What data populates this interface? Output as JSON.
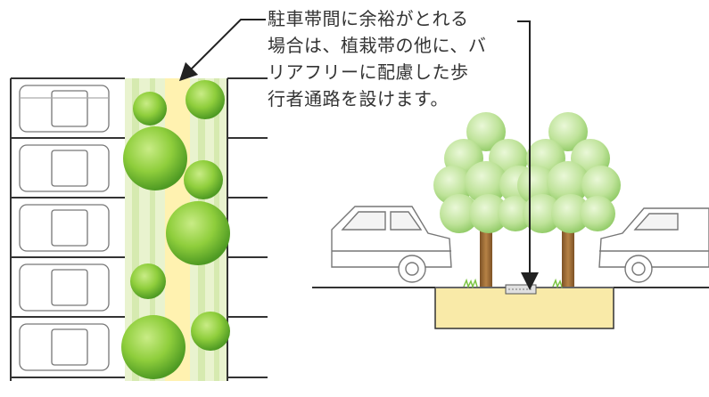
{
  "annotation": {
    "lines": [
      "駐車帯間に余裕がとれる",
      "場合は、植栽帯の他に、バ",
      "リアフリーに配慮した歩",
      "行者通路を設けます。"
    ]
  },
  "colors": {
    "tree_green": "#8fce3c",
    "tree_green_dark": "#5aa82a",
    "canopy_light": "#bfe39a",
    "walkway_yellow": "#fff3b8",
    "planting_stripe": "#e6f0c9",
    "planter_fill": "#f7e7a0",
    "trunk": "#a0703c",
    "line": "#333333"
  },
  "icons": [
    "arrow-icon",
    "car-icon",
    "tree-icon"
  ]
}
